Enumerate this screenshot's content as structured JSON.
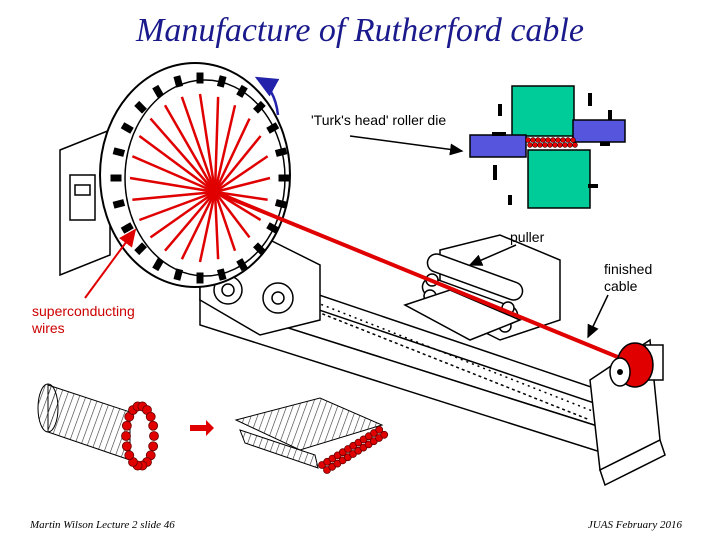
{
  "slide": {
    "title": "Manufacture of Rutherford cable",
    "labels": {
      "turks_head": "'Turk's head' roller die",
      "puller": "puller",
      "finished_cable_1": "finished",
      "finished_cable_2": "cable",
      "wires_1": "superconducting",
      "wires_2": "wires"
    },
    "footer_left": "Martin Wilson Lecture 2 slide 46",
    "footer_right": "JUAS February 2016"
  },
  "colors": {
    "title": "#1a1a8c",
    "wire_red": "#e00000",
    "label_red": "#cc0000",
    "die_green": "#00cc99",
    "die_blue": "#5555dd",
    "arrow_blue": "#2222aa"
  }
}
